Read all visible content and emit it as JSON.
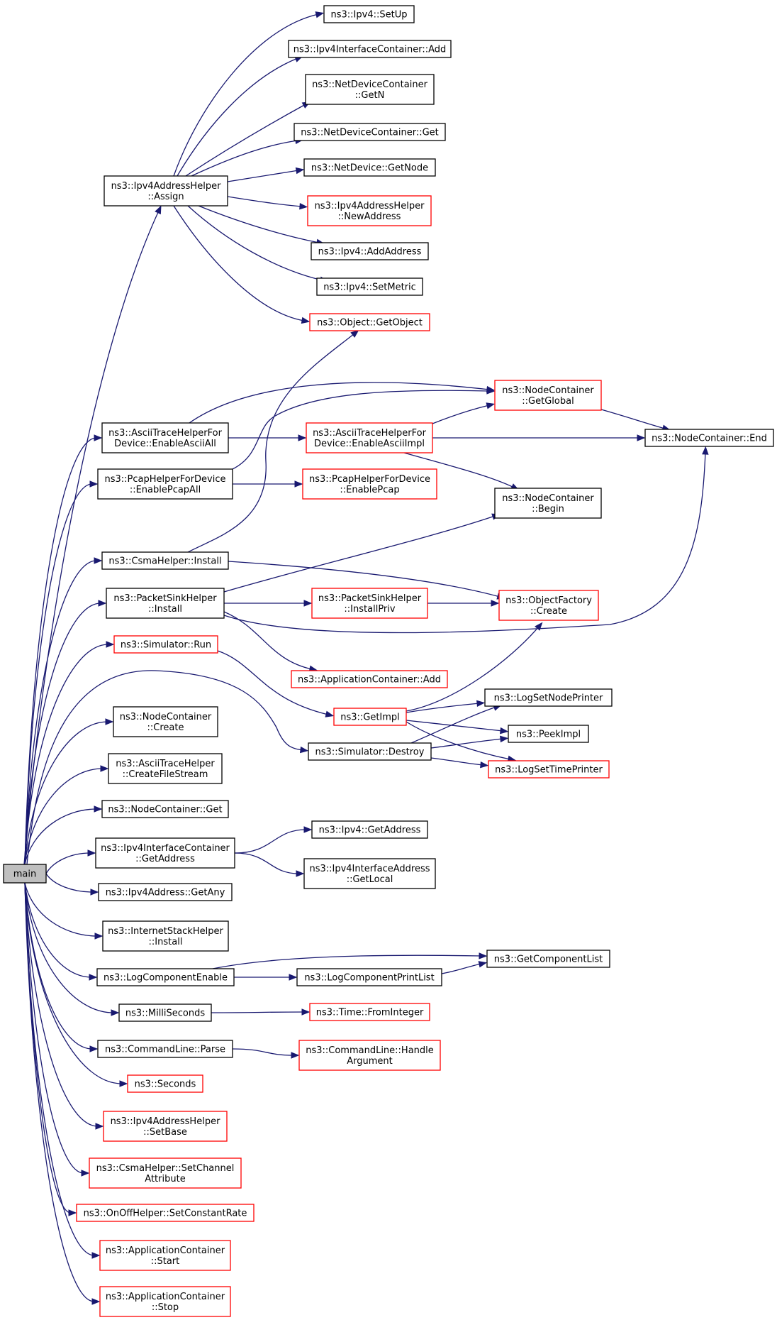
{
  "colors": {
    "edge": "#191970",
    "border_documented": "#000000",
    "border_undocumented": "#ff0000",
    "root_fill": "#bfbfbf",
    "node_fill": "#ffffff"
  },
  "nodes": [
    {
      "id": "main",
      "lines": [
        "main"
      ],
      "style": "root"
    },
    {
      "id": "ipv4_setup",
      "lines": [
        "ns3::Ipv4::SetUp"
      ],
      "style": "black"
    },
    {
      "id": "ipv4ic_add",
      "lines": [
        "ns3::Ipv4InterfaceContainer::Add"
      ],
      "style": "black"
    },
    {
      "id": "ndc_getn",
      "lines": [
        "ns3::NetDeviceContainer",
        "::GetN"
      ],
      "style": "black"
    },
    {
      "id": "ndc_get",
      "lines": [
        "ns3::NetDeviceContainer::Get"
      ],
      "style": "black"
    },
    {
      "id": "nd_getnode",
      "lines": [
        "ns3::NetDevice::GetNode"
      ],
      "style": "black"
    },
    {
      "id": "ipv4ah_assign",
      "lines": [
        "ns3::Ipv4AddressHelper",
        "::Assign"
      ],
      "style": "black"
    },
    {
      "id": "ipv4ah_newaddress",
      "lines": [
        "ns3::Ipv4AddressHelper",
        "::NewAddress"
      ],
      "style": "red"
    },
    {
      "id": "ipv4_addaddress",
      "lines": [
        "ns3::Ipv4::AddAddress"
      ],
      "style": "black"
    },
    {
      "id": "ipv4_setmetric",
      "lines": [
        "ns3::Ipv4::SetMetric"
      ],
      "style": "black"
    },
    {
      "id": "object_getobject",
      "lines": [
        "ns3::Object::GetObject"
      ],
      "style": "red"
    },
    {
      "id": "nc_getglobal",
      "lines": [
        "ns3::NodeContainer",
        "::GetGlobal"
      ],
      "style": "red"
    },
    {
      "id": "athfd_enableasciiall",
      "lines": [
        "ns3::AsciiTraceHelperFor",
        "Device::EnableAsciiAll"
      ],
      "style": "black"
    },
    {
      "id": "athfd_enableasciiimpl",
      "lines": [
        "ns3::AsciiTraceHelperFor",
        "Device::EnableAsciiImpl"
      ],
      "style": "red"
    },
    {
      "id": "nc_end",
      "lines": [
        "ns3::NodeContainer::End"
      ],
      "style": "black"
    },
    {
      "id": "phfd_enablepcapall",
      "lines": [
        "ns3::PcapHelperForDevice",
        "::EnablePcapAll"
      ],
      "style": "black"
    },
    {
      "id": "phfd_enablepcap",
      "lines": [
        "ns3::PcapHelperForDevice",
        "::EnablePcap"
      ],
      "style": "red"
    },
    {
      "id": "nc_begin",
      "lines": [
        "ns3::NodeContainer",
        "::Begin"
      ],
      "style": "black"
    },
    {
      "id": "csma_install",
      "lines": [
        "ns3::CsmaHelper::Install"
      ],
      "style": "black"
    },
    {
      "id": "psh_install",
      "lines": [
        "ns3::PacketSinkHelper",
        "::Install"
      ],
      "style": "black"
    },
    {
      "id": "psh_installpriv",
      "lines": [
        "ns3::PacketSinkHelper",
        "::InstallPriv"
      ],
      "style": "red"
    },
    {
      "id": "of_create",
      "lines": [
        "ns3::ObjectFactory",
        "::Create"
      ],
      "style": "red"
    },
    {
      "id": "sim_run",
      "lines": [
        "ns3::Simulator::Run"
      ],
      "style": "red"
    },
    {
      "id": "ac_add",
      "lines": [
        "ns3::ApplicationContainer::Add"
      ],
      "style": "red"
    },
    {
      "id": "getimpl",
      "lines": [
        "ns3::GetImpl"
      ],
      "style": "red"
    },
    {
      "id": "logsetnodeprinter",
      "lines": [
        "ns3::LogSetNodePrinter"
      ],
      "style": "black"
    },
    {
      "id": "nc_create",
      "lines": [
        "ns3::NodeContainer",
        "::Create"
      ],
      "style": "black"
    },
    {
      "id": "sim_destroy",
      "lines": [
        "ns3::Simulator::Destroy"
      ],
      "style": "black"
    },
    {
      "id": "peekimpl",
      "lines": [
        "ns3::PeekImpl"
      ],
      "style": "black"
    },
    {
      "id": "logsettimeprinter",
      "lines": [
        "ns3::LogSetTimePrinter"
      ],
      "style": "red"
    },
    {
      "id": "ath_createfilestream",
      "lines": [
        "ns3::AsciiTraceHelper",
        "::CreateFileStream"
      ],
      "style": "black"
    },
    {
      "id": "nc_get",
      "lines": [
        "ns3::NodeContainer::Get"
      ],
      "style": "black"
    },
    {
      "id": "ipv4ic_getaddress",
      "lines": [
        "ns3::Ipv4InterfaceContainer",
        "::GetAddress"
      ],
      "style": "black"
    },
    {
      "id": "ipv4_getaddress",
      "lines": [
        "ns3::Ipv4::GetAddress"
      ],
      "style": "black"
    },
    {
      "id": "ipv4ia_getlocal",
      "lines": [
        "ns3::Ipv4InterfaceAddress",
        "::GetLocal"
      ],
      "style": "black"
    },
    {
      "id": "ipv4a_getany",
      "lines": [
        "ns3::Ipv4Address::GetAny"
      ],
      "style": "black"
    },
    {
      "id": "ish_install",
      "lines": [
        "ns3::InternetStackHelper",
        "::Install"
      ],
      "style": "black"
    },
    {
      "id": "getcomponentlist",
      "lines": [
        "ns3::GetComponentList"
      ],
      "style": "black"
    },
    {
      "id": "logcomponentenable",
      "lines": [
        "ns3::LogComponentEnable"
      ],
      "style": "black"
    },
    {
      "id": "logcomponentprintlist",
      "lines": [
        "ns3::LogComponentPrintList"
      ],
      "style": "black"
    },
    {
      "id": "milliseconds",
      "lines": [
        "ns3::MilliSeconds"
      ],
      "style": "black"
    },
    {
      "id": "time_frominteger",
      "lines": [
        "ns3::Time::FromInteger"
      ],
      "style": "red"
    },
    {
      "id": "cl_parse",
      "lines": [
        "ns3::CommandLine::Parse"
      ],
      "style": "black"
    },
    {
      "id": "cl_handleargument",
      "lines": [
        "ns3::CommandLine::Handle",
        "Argument"
      ],
      "style": "red"
    },
    {
      "id": "seconds",
      "lines": [
        "ns3::Seconds"
      ],
      "style": "red"
    },
    {
      "id": "ipv4ah_setbase",
      "lines": [
        "ns3::Ipv4AddressHelper",
        "::SetBase"
      ],
      "style": "red"
    },
    {
      "id": "csma_setchannelattribute",
      "lines": [
        "ns3::CsmaHelper::SetChannel",
        "Attribute"
      ],
      "style": "red"
    },
    {
      "id": "onoff_setconstantrate",
      "lines": [
        "ns3::OnOffHelper::SetConstantRate"
      ],
      "style": "red"
    },
    {
      "id": "ac_start",
      "lines": [
        "ns3::ApplicationContainer",
        "::Start"
      ],
      "style": "red"
    },
    {
      "id": "ac_stop",
      "lines": [
        "ns3::ApplicationContainer",
        "::Stop"
      ],
      "style": "red"
    }
  ],
  "edges": [
    [
      "main",
      "ipv4ah_assign"
    ],
    [
      "main",
      "athfd_enableasciiall"
    ],
    [
      "main",
      "phfd_enablepcapall"
    ],
    [
      "main",
      "csma_install"
    ],
    [
      "main",
      "psh_install"
    ],
    [
      "main",
      "sim_run"
    ],
    [
      "main",
      "sim_destroy"
    ],
    [
      "main",
      "nc_create"
    ],
    [
      "main",
      "ath_createfilestream"
    ],
    [
      "main",
      "nc_get"
    ],
    [
      "main",
      "ipv4ic_getaddress"
    ],
    [
      "main",
      "ipv4a_getany"
    ],
    [
      "main",
      "ish_install"
    ],
    [
      "main",
      "logcomponentenable"
    ],
    [
      "main",
      "milliseconds"
    ],
    [
      "main",
      "cl_parse"
    ],
    [
      "main",
      "seconds"
    ],
    [
      "main",
      "ipv4ah_setbase"
    ],
    [
      "main",
      "csma_setchannelattribute"
    ],
    [
      "main",
      "onoff_setconstantrate"
    ],
    [
      "main",
      "ac_start"
    ],
    [
      "main",
      "ac_stop"
    ],
    [
      "ipv4ah_assign",
      "ipv4_setup"
    ],
    [
      "ipv4ah_assign",
      "ipv4ic_add"
    ],
    [
      "ipv4ah_assign",
      "ndc_getn"
    ],
    [
      "ipv4ah_assign",
      "ndc_get"
    ],
    [
      "ipv4ah_assign",
      "nd_getnode"
    ],
    [
      "ipv4ah_assign",
      "ipv4ah_newaddress"
    ],
    [
      "ipv4ah_assign",
      "ipv4_addaddress"
    ],
    [
      "ipv4ah_assign",
      "ipv4_setmetric"
    ],
    [
      "ipv4ah_assign",
      "object_getobject"
    ],
    [
      "athfd_enableasciiall",
      "nc_getglobal"
    ],
    [
      "athfd_enableasciiall",
      "athfd_enableasciiimpl"
    ],
    [
      "athfd_enableasciiimpl",
      "nc_getglobal"
    ],
    [
      "athfd_enableasciiimpl",
      "nc_end"
    ],
    [
      "athfd_enableasciiimpl",
      "nc_begin"
    ],
    [
      "nc_getglobal",
      "nc_end"
    ],
    [
      "phfd_enablepcapall",
      "nc_getglobal"
    ],
    [
      "phfd_enablepcapall",
      "phfd_enablepcap"
    ],
    [
      "csma_install",
      "object_getobject"
    ],
    [
      "csma_install",
      "of_create"
    ],
    [
      "psh_install",
      "nc_begin"
    ],
    [
      "psh_install",
      "psh_installpriv"
    ],
    [
      "psh_install",
      "nc_end"
    ],
    [
      "psh_install",
      "ac_add"
    ],
    [
      "psh_installpriv",
      "of_create"
    ],
    [
      "sim_run",
      "getimpl"
    ],
    [
      "getimpl",
      "of_create"
    ],
    [
      "getimpl",
      "logsetnodeprinter"
    ],
    [
      "getimpl",
      "peekimpl"
    ],
    [
      "getimpl",
      "logsettimeprinter"
    ],
    [
      "sim_destroy",
      "logsetnodeprinter"
    ],
    [
      "sim_destroy",
      "peekimpl"
    ],
    [
      "sim_destroy",
      "logsettimeprinter"
    ],
    [
      "ipv4ic_getaddress",
      "ipv4_getaddress"
    ],
    [
      "ipv4ic_getaddress",
      "ipv4ia_getlocal"
    ],
    [
      "logcomponentenable",
      "getcomponentlist"
    ],
    [
      "logcomponentenable",
      "logcomponentprintlist"
    ],
    [
      "logcomponentprintlist",
      "getcomponentlist"
    ],
    [
      "milliseconds",
      "time_frominteger"
    ],
    [
      "cl_parse",
      "cl_handleargument"
    ]
  ]
}
